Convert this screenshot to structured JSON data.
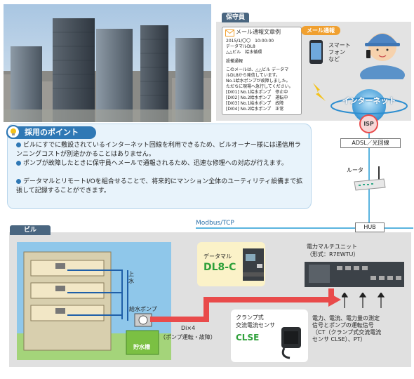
{
  "maintenance": {
    "tab_label": "保守員",
    "email_header": "メール通報文章例",
    "email_lines": [
      "2015/1/〇〇　10:00:00",
      "データマルDL8",
      "△△ビル　給水循環",
      "",
      "設備通報",
      "このメールは、△△ビル データマ",
      "ルDL8から発信しています。",
      "No.1給水ポンプが故障しました。",
      "ただちに現場へ急行してください。",
      "[DI01] No.1給水ポンプ　停止中",
      "[DI02] No.2給水ポンプ　運転中",
      "[DI03] No.1給水ポンプ　故障",
      "[DI04] No.2給水ポンプ　正常"
    ],
    "mail_notify_label": "メール通報",
    "phone_label": "スマート\nフォン\nなど",
    "phone_lines": [
      "スマート",
      "フォン",
      "など"
    ]
  },
  "network": {
    "internet_label": "インターネット",
    "isp_label": "ISP",
    "adsl_label": "ADSL／光回線",
    "router_label": "ルータ",
    "modbus_label": "Modbus/TCP",
    "hub_label": "HUB"
  },
  "points": {
    "title": "採用のポイント",
    "items": [
      "ビルにすでに敷設されているインターネット回線を利用できるため、ビルオーナー様には通信用ランニングコストが別途かかることはありません。",
      "ポンプが故障したときに保守員へメールで通報されるため、迅速な修理への対応が行えます。",
      "データマルとリモートI/Oを組合せることで、将来的にマンション全体のユーティリティ設備まで拡張して記録することができます。"
    ]
  },
  "building": {
    "tab_label": "ビル",
    "upper_water_label": "上水",
    "supply_pump_label": "給水ポンプ",
    "tank_label": "貯水槽",
    "di_label": "Di×4",
    "di_sub_label": "（ポンプ運転・故障）",
    "datamaru_label": "データマル",
    "datamaru_model": "DL8-C",
    "power_unit_label": "電力マルチユニット",
    "power_unit_model": "（形式：R7EWTU）",
    "clamp_label_1": "クランプ式",
    "clamp_label_2": "交流電流センサ",
    "clamp_model": "CLSE",
    "measure_lines": [
      "電力、電流、電力量の測定",
      "信号とポンプの運転信号",
      "（CT（クランプ式交流電流",
      "センサ CLSE）、PT）"
    ]
  },
  "colors": {
    "accent_blue": "#2f78b5",
    "tab_dark": "#4a6680",
    "mail_orange": "#f0a030",
    "model_green": "#2ea03a",
    "network_line": "#5ab4df",
    "signal_red": "#e94b4b"
  }
}
